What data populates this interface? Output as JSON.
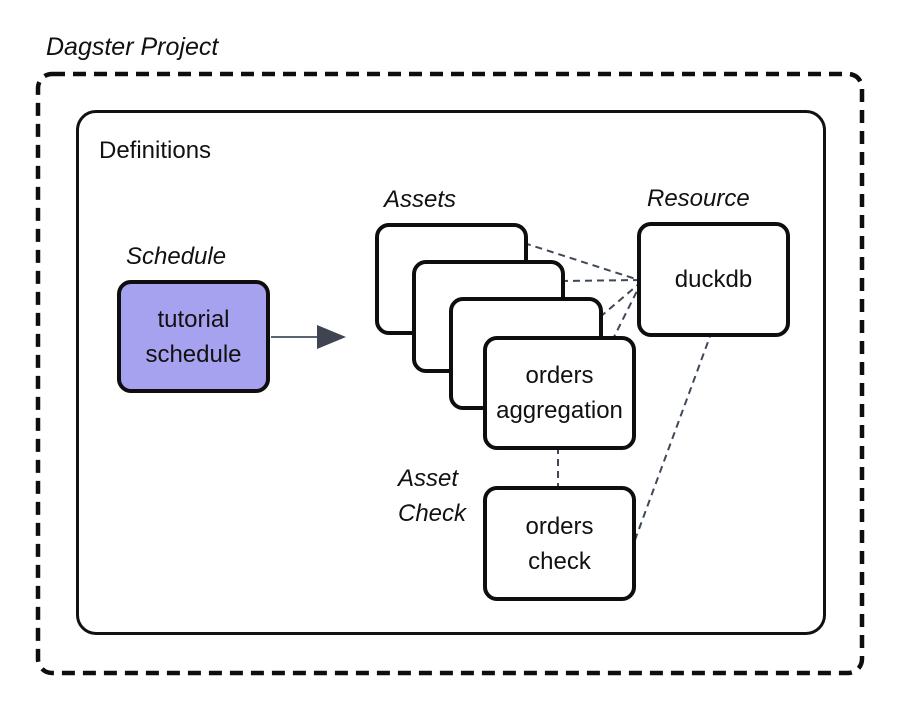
{
  "title": "Dagster Project",
  "definitions": {
    "label": "Definitions"
  },
  "schedule": {
    "label": "Schedule",
    "node": {
      "line1": "tutorial",
      "line2": "schedule"
    }
  },
  "assets": {
    "label": "Assets",
    "stack_count": 4,
    "front_node": {
      "line1": "orders",
      "line2": "aggregation"
    }
  },
  "resource": {
    "label": "Resource",
    "node": {
      "text": "duckdb"
    }
  },
  "asset_check": {
    "label": {
      "line1": "Asset",
      "line2": "Check"
    },
    "node": {
      "line1": "orders",
      "line2": "check"
    }
  },
  "colors": {
    "outline": "#0e0e0e",
    "schedule_node_fill": "#A7A2F0",
    "connector": "#3e4857",
    "arrow_line": "#5b6270",
    "arrowhead": "#3e4450"
  }
}
